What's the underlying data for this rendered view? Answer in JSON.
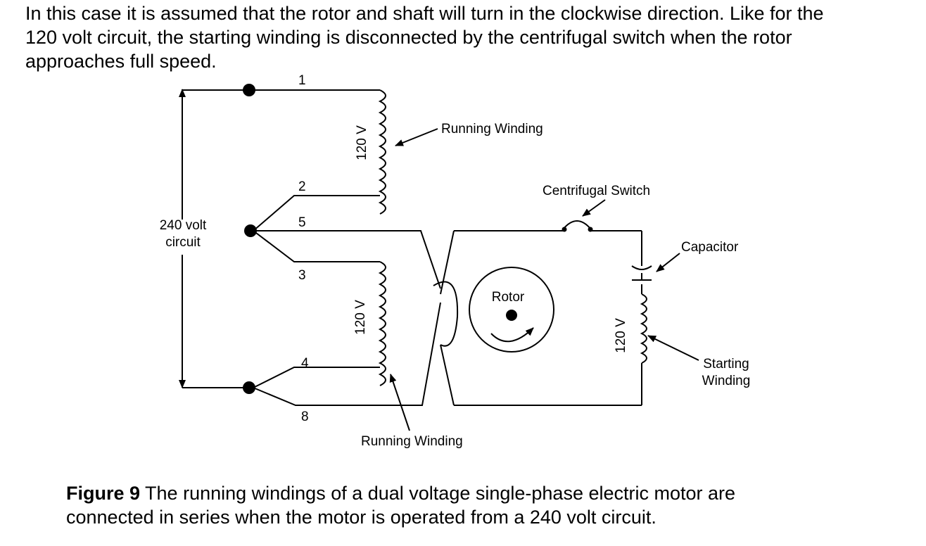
{
  "intro": {
    "lines": [
      "In this case it is assumed that the rotor and shaft will turn in the clockwise direction.  Like for the",
      "120 volt circuit, the starting winding is disconnected by the centrifugal switch when the rotor",
      "approaches full speed."
    ]
  },
  "diagram": {
    "terminal_labels": [
      "1",
      "2",
      "5",
      "3",
      "4",
      "8"
    ],
    "voltage_label_line1": "240 volt",
    "voltage_label_line2": "circuit",
    "upper_winding_voltage": "120 V",
    "lower_winding_voltage": "120 V",
    "starting_winding_voltage": "120 V",
    "running_winding_top_label": "Running Winding",
    "running_winding_bottom_label": "Running Winding",
    "centrifugal_switch_label": "Centrifugal Switch",
    "capacitor_label": "Capacitor",
    "rotor_label": "Rotor",
    "starting_winding_label_line1": "Starting",
    "starting_winding_label_line2": "Winding"
  },
  "caption": {
    "lead": "Figure 9",
    "text_line1": " The running windings of a dual voltage single-phase electric motor are",
    "text_line2": "connected in series when the motor is operated from a 240 volt circuit."
  }
}
